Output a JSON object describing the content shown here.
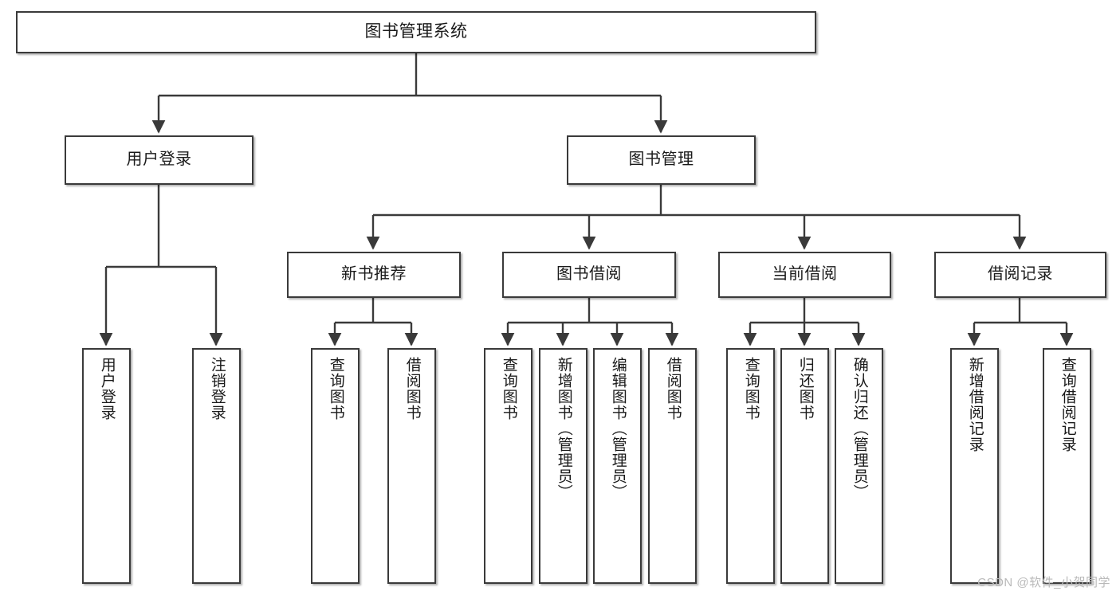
{
  "diagram": {
    "title": "图书管理系统",
    "type": "hierarchy-tree",
    "watermark": "CSDN @软件_小贺同学",
    "colors": {
      "box_border": "#3a3a3a",
      "box_fill": "#ffffff",
      "edge": "#3a3a3a",
      "text": "#1a1a1a",
      "watermark": "#b9b9b9",
      "background": "#ffffff"
    },
    "root": {
      "id": "root",
      "label": "图书管理系统"
    },
    "level2": [
      {
        "id": "user-login",
        "label": "用户登录"
      },
      {
        "id": "book-manage",
        "label": "图书管理"
      }
    ],
    "level3": [
      {
        "id": "new-book-recommend",
        "label": "新书推荐"
      },
      {
        "id": "book-borrow",
        "label": "图书借阅"
      },
      {
        "id": "current-borrow",
        "label": "当前借阅"
      },
      {
        "id": "borrow-record",
        "label": "借阅记录"
      }
    ],
    "leaves": {
      "user_login": [
        {
          "id": "leaf-user-login",
          "label": "用户登录"
        },
        {
          "id": "leaf-logout-login",
          "label": "注销登录"
        }
      ],
      "new_book_recommend": [
        {
          "id": "leaf-query-book-1",
          "label": "查询图书"
        },
        {
          "id": "leaf-borrow-book-1",
          "label": "借阅图书"
        }
      ],
      "book_borrow": [
        {
          "id": "leaf-query-book-2",
          "label": "查询图书"
        },
        {
          "id": "leaf-add-book-admin",
          "label": "新增图书（管理员）"
        },
        {
          "id": "leaf-edit-book-admin",
          "label": "编辑图书（管理员）"
        },
        {
          "id": "leaf-borrow-book-2",
          "label": "借阅图书"
        }
      ],
      "current_borrow": [
        {
          "id": "leaf-query-book-3",
          "label": "查询图书"
        },
        {
          "id": "leaf-return-book",
          "label": "归还图书"
        },
        {
          "id": "leaf-confirm-return-admin",
          "label": "确认归还（管理员）"
        }
      ],
      "borrow_record": [
        {
          "id": "leaf-add-borrow-record",
          "label": "新增借阅记录"
        },
        {
          "id": "leaf-query-borrow-record",
          "label": "查询借阅记录"
        }
      ]
    }
  }
}
